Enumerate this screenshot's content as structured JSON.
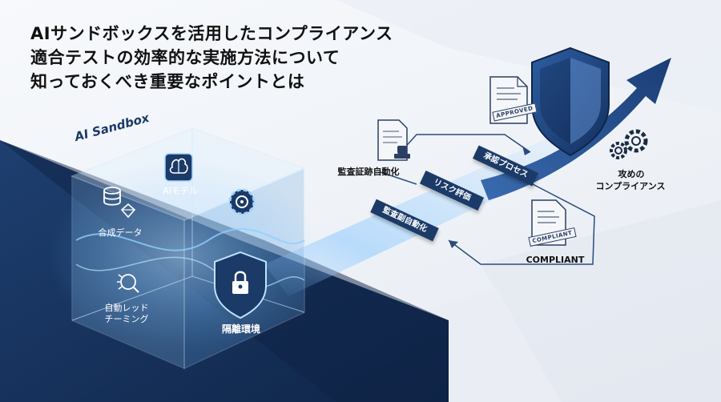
{
  "title": {
    "line1": "AIサンドボックスを活用したコンプライアンス",
    "line2": "適合テストの効率的な実施方法について",
    "line3": "知っておくべき重要なポイントとは"
  },
  "sandbox": {
    "label": "AI Sandbox",
    "ai_model_label": "AIモデル",
    "synthetic_data_label": "合成データ",
    "red_team_label_line1": "自動レッド",
    "red_team_label_line2": "チーミング",
    "isolation_label": "隔離環境"
  },
  "flow": {
    "audit_trail_label": "監査証跡自動化",
    "approval_process": "承認プロセス",
    "risk_assessment": "リスク評価",
    "audit_automation": "監査副自動化",
    "offensive_line1": "攻めの",
    "offensive_line2": "コンプライアンス",
    "compliant_label": "COMPLIANT",
    "stamp_approved": "APPROVED",
    "stamp_compliant": "COMPLIANT"
  },
  "colors": {
    "navy": "#1b3a68",
    "dark_navy": "#14305a",
    "glow": "#5fb4ff",
    "accent_arrow": "#274b84"
  },
  "icons": [
    "database-icon",
    "diamond-icon",
    "brain-chip-icon",
    "gear-network-icon",
    "bug-search-icon",
    "shield-lock-icon",
    "document-stamp-icon",
    "approved-document-icon",
    "shield-icon",
    "upward-arrow-icon",
    "gears-icon",
    "compliant-document-icon"
  ]
}
